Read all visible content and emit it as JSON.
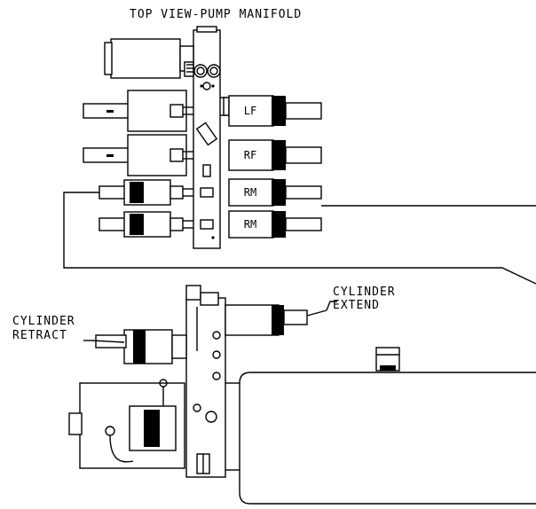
{
  "title": "TOP VIEW-PUMP MANIFOLD",
  "valve_labels": [
    "LF",
    "RF",
    "RM",
    "RM"
  ],
  "callouts": {
    "extend": [
      "CYLINDER",
      "EXTEND"
    ],
    "retract": [
      "CYLINDER",
      "RETRACT"
    ]
  },
  "colors": {
    "line": "#000000",
    "background": "#ffffff"
  }
}
